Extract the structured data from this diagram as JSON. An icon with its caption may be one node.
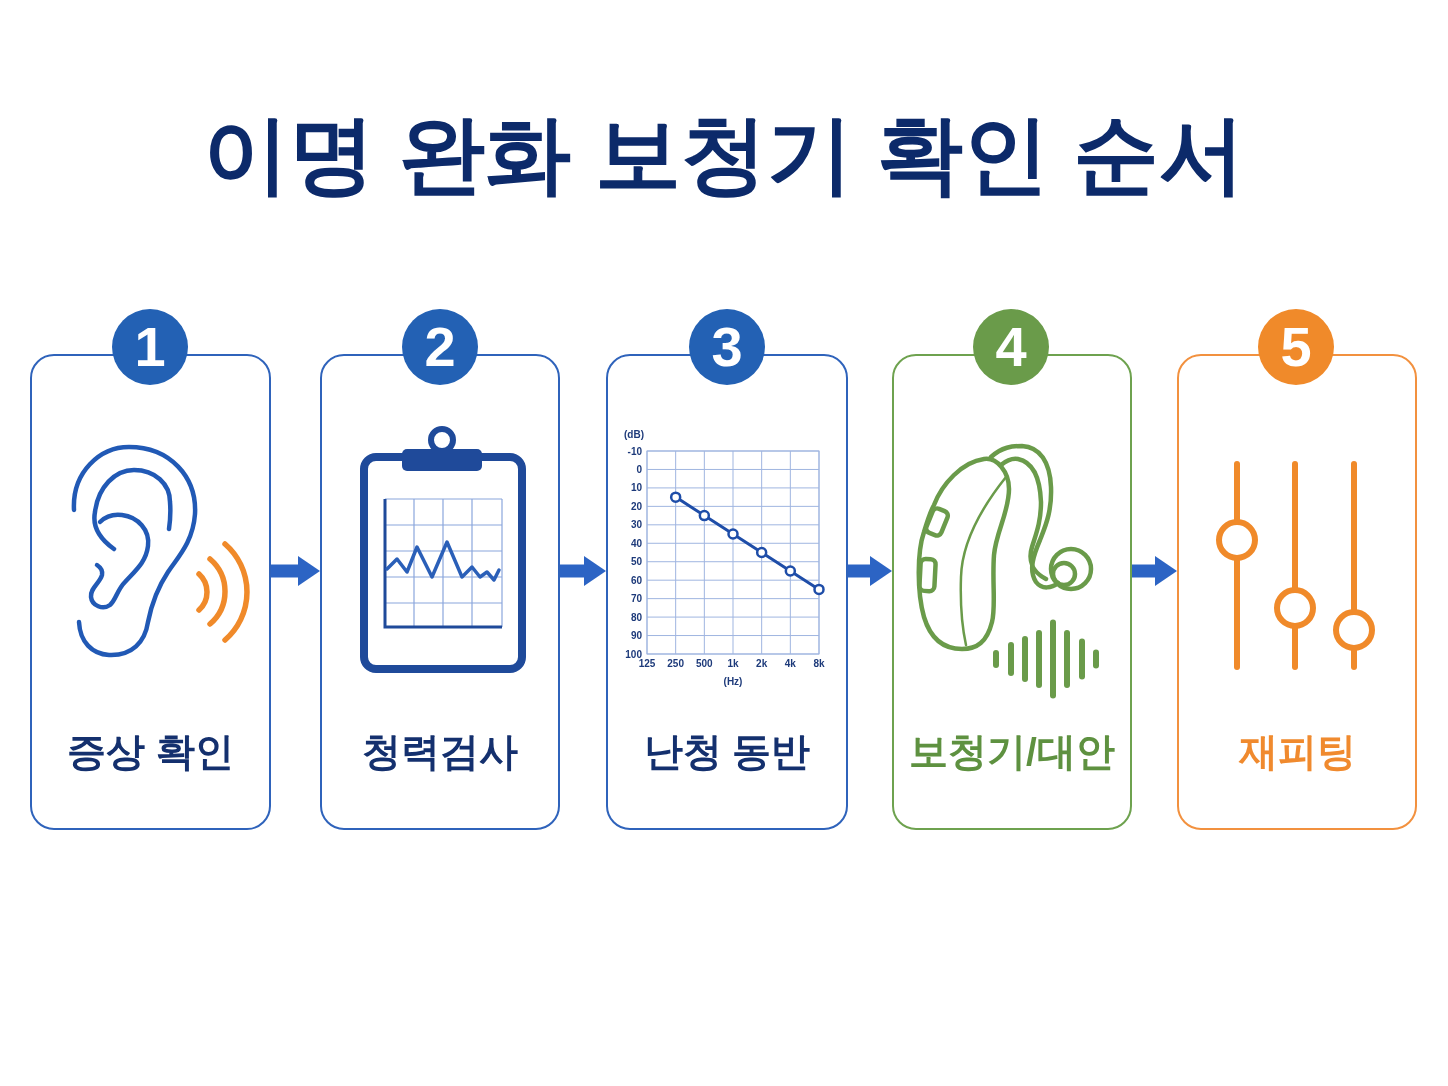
{
  "diagram": {
    "title": "이명 완화 보청기 확인 순서",
    "nodes": [
      {
        "text": [
          "1"
        ]
      },
      {
        "text": [
          "증상 확인"
        ]
      },
      {
        "text": [
          "2"
        ]
      },
      {
        "text": [
          "청력검사"
        ]
      },
      {
        "text": [
          "3"
        ]
      },
      {
        "text": [
          "난청 동반"
        ]
      },
      {
        "text": [
          "4"
        ]
      },
      {
        "text": [
          "보청기/대안"
        ]
      },
      {
        "text": [
          "5"
        ]
      },
      {
        "text": [
          "재피팅"
        ]
      }
    ],
    "edges": [
      {
        "from": 1,
        "to": 3,
        "arrow": "to"
      },
      {
        "from": 3,
        "to": 5,
        "arrow": "to"
      },
      {
        "from": 5,
        "to": 7,
        "arrow": "to"
      },
      {
        "from": 7,
        "to": 9,
        "arrow": "to"
      }
    ],
    "chart_data": {
      "type": "line",
      "xlabel": "(Hz)",
      "ylabel": "(dB)",
      "categories": [
        "125",
        "250",
        "500",
        "1k",
        "2k",
        "4k",
        "8k"
      ],
      "series": [
        {
          "color": "#1e4da8",
          "marker": "circle",
          "values": [
            null,
            15,
            25,
            35,
            45,
            55,
            65
          ]
        }
      ],
      "ylim": [
        100,
        -10
      ],
      "yticks": [
        -10,
        0,
        10,
        20,
        30,
        40,
        50,
        60,
        70,
        80,
        90,
        100
      ],
      "grid": true
    }
  }
}
